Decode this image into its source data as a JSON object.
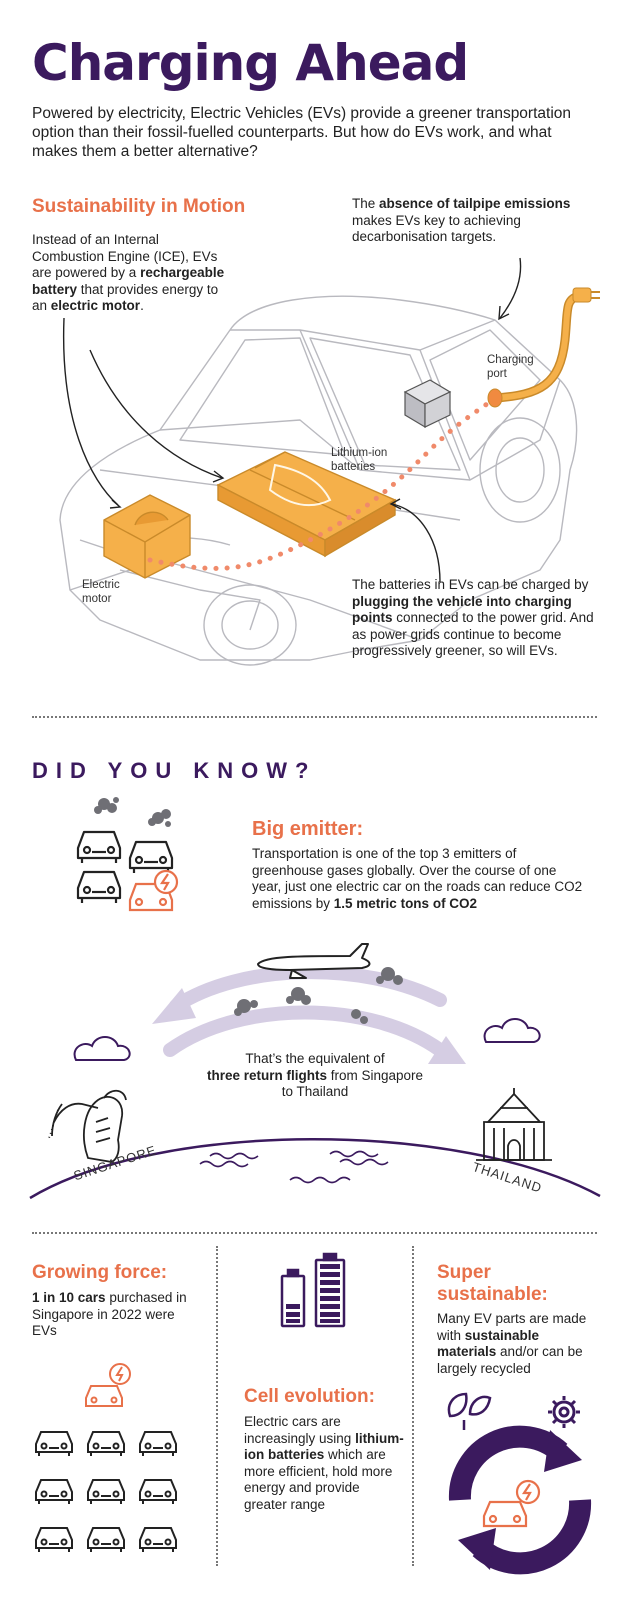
{
  "header": {
    "title": "Charging Ahead",
    "intro": "Powered by electricity, Electric Vehicles (EVs) provide a greener transportation option than their fossil-fuelled counterparts. But how do EVs work, and what makes them a better alternative?"
  },
  "sustainability": {
    "heading": "Sustainability in Motion",
    "ice_text": {
      "t1": "Instead of an Internal Combustion Engine (ICE), EVs are powered by a ",
      "b1": "rechargeable battery",
      "t2": " that provides energy to an ",
      "b2": "electric motor",
      "t3": "."
    },
    "emissions_text": {
      "t1": "The ",
      "b1": "absence of tailpipe emissions",
      "t2": " makes EVs key to achieving decarbonisation targets."
    },
    "charging_text": {
      "t1": "The batteries in EVs can be charged by ",
      "b1": "plugging the vehicle into charging points",
      "t2": " connected to the power grid. And as power grids continue to become progressively greener, so will EVs."
    },
    "labels": {
      "charging_port": "Charging port",
      "lithium": "Lithium-ion batteries",
      "motor": "Electric motor"
    }
  },
  "did_you_know": {
    "heading": "DID YOU KNOW?",
    "big_emitter": {
      "heading": "Big emitter:",
      "t1": "Transportation is one of the top 3 emitters of greenhouse gases globally. Over the course of one year, just one electric car on the roads can reduce CO2 emissions by ",
      "b1": "1.5 metric tons of CO2"
    },
    "flights": {
      "t1": "That’s the equivalent of",
      "b1": "three return flights",
      "t2": " from Singapore to Thailand"
    },
    "places": {
      "left": "SINGAPORE",
      "right": "THAILAND"
    }
  },
  "facts": {
    "growing": {
      "heading": "Growing force:",
      "b1": "1 in 10 cars",
      "t1": " purchased in Singapore in 2022 were EVs"
    },
    "cell": {
      "heading": "Cell evolution:",
      "t1": "Electric cars are increasingly using ",
      "b1": "lithium-ion batteries",
      "t2": " which are more efficient, hold more energy and provide greater range"
    },
    "super": {
      "heading": "Super sustainable:",
      "t1": "Many EV parts are made with ",
      "b1": "sustainable materials",
      "t2": " and/or can be largely recycled"
    }
  },
  "colors": {
    "purple": "#3b1a5e",
    "orange": "#e8714a",
    "battery": "#f5b04a",
    "arrow_lilac": "#d5cde3",
    "smoke": "#6f6f75"
  },
  "icons": [
    "car-icon",
    "ev-car-icon",
    "smoke-icon",
    "airplane-icon",
    "cloud-icon",
    "merlion-icon",
    "temple-icon",
    "battery-icon",
    "leaf-icon",
    "gear-icon",
    "recycle-icon",
    "charging-plug-icon"
  ]
}
